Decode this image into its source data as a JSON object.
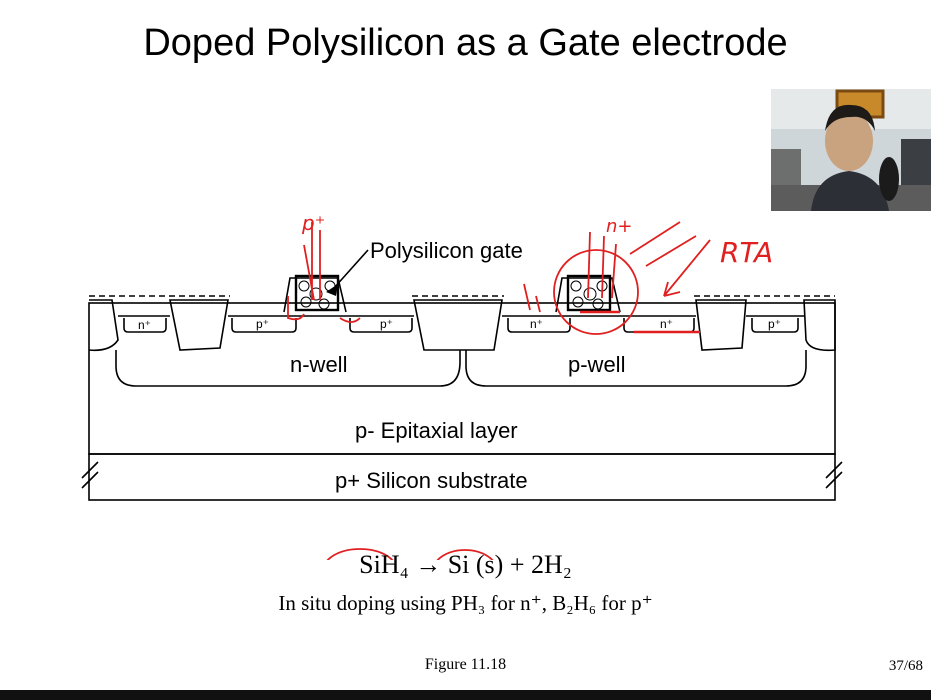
{
  "slide": {
    "title": "Doped Polysilicon as a Gate electrode",
    "page_number": "37/68",
    "figure_caption": "Figure 11.18"
  },
  "diagram": {
    "labels": {
      "polysilicon_gate": "Polysilicon gate",
      "n_well": "n-well",
      "p_well": "p-well",
      "epitaxial": "p- Epitaxial layer",
      "substrate": "p+ Silicon substrate",
      "nplus": "n⁺",
      "pplus": "p⁺"
    },
    "annotations": {
      "left_gate_dopant": "p⁺",
      "right_gate_dopant": "n+",
      "anneal": "RTA"
    }
  },
  "equations": {
    "reaction": {
      "reactant": "SiH₄",
      "arrow": "→",
      "product1": "Si (s)",
      "plus": "+ 2H₂"
    },
    "doping_prefix": "In situ doping using ",
    "dopant_n": "PH₃",
    "for_n": " for n⁺, ",
    "dopant_p": "B₂H₆",
    "for_p": " for p⁺"
  },
  "colors": {
    "annotation": "#e02020",
    "ink": "#000000"
  }
}
